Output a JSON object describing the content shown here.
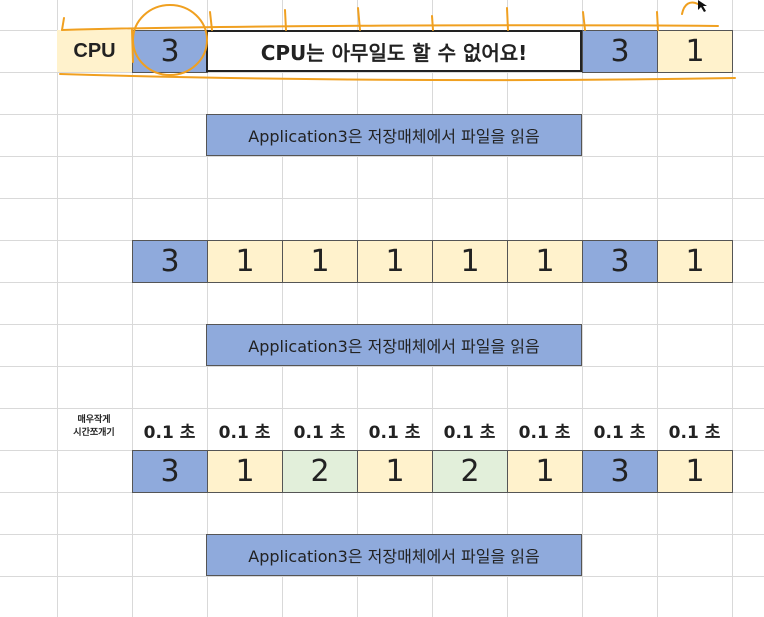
{
  "cpu_row": {
    "label": "CPU",
    "first": "3",
    "message": "CPU는 아무일도 할 수 없어요!",
    "tail": [
      "3",
      "1"
    ]
  },
  "app_messages": [
    "Application3은 저장매체에서 파일을 읽음",
    "Application3은 저장매체에서 파일을 읽음",
    "Application3은 저장매체에서 파일을 읽음"
  ],
  "row2": [
    "3",
    "1",
    "1",
    "1",
    "1",
    "1",
    "3",
    "1"
  ],
  "slice_label": [
    "매우작게",
    "시간쪼개기"
  ],
  "times": [
    "0.1 초",
    "0.1 초",
    "0.1 초",
    "0.1 초",
    "0.1 초",
    "0.1 초",
    "0.1 초",
    "0.1 초"
  ],
  "row3": [
    "3",
    "1",
    "2",
    "1",
    "2",
    "1",
    "3",
    "1"
  ],
  "colors": {
    "blue": "#8faadc",
    "yellow": "#fff2cc",
    "green": "#e2efda",
    "annotation": "#f0a020"
  }
}
